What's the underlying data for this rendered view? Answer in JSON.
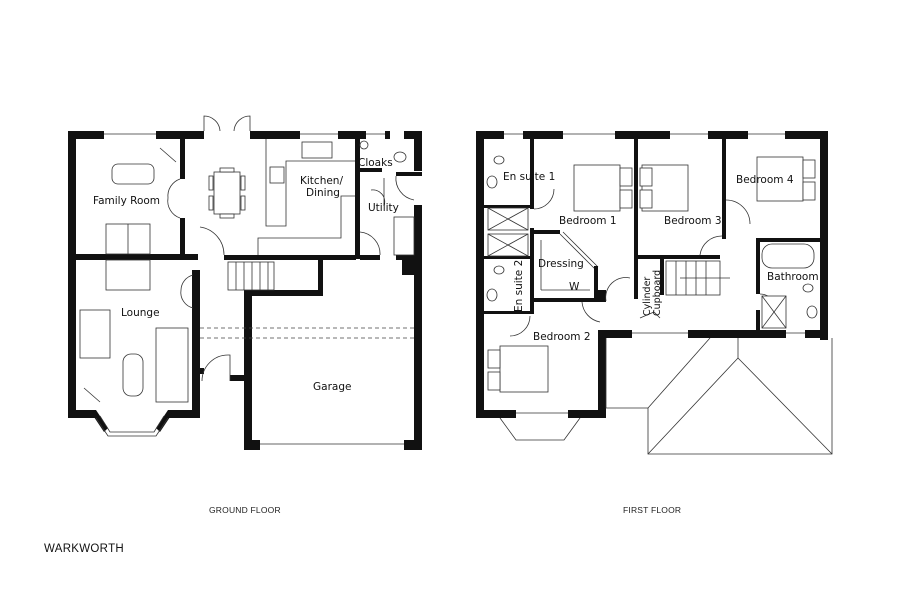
{
  "plan_name": "WARKWORTH",
  "ground_floor": {
    "caption": "GROUND FLOOR",
    "rooms": {
      "family_room": "Family Room",
      "kitchen_dining_1": "Kitchen/",
      "kitchen_dining_2": "Dining",
      "cloaks": "Cloaks",
      "utility": "Utility",
      "lounge": "Lounge",
      "garage": "Garage"
    }
  },
  "first_floor": {
    "caption": "FIRST FLOOR",
    "rooms": {
      "en_suite_1": "En suite 1",
      "bedroom_1": "Bedroom 1",
      "bedroom_3": "Bedroom 3",
      "bedroom_4": "Bedroom 4",
      "dressing": "Dressing",
      "wardrobe": "W",
      "en_suite_2": "En suite 2",
      "cylinder_1": "Cylinder",
      "cylinder_2": "Cupboard",
      "bathroom": "Bathroom",
      "bedroom_2": "Bedroom 2"
    }
  }
}
